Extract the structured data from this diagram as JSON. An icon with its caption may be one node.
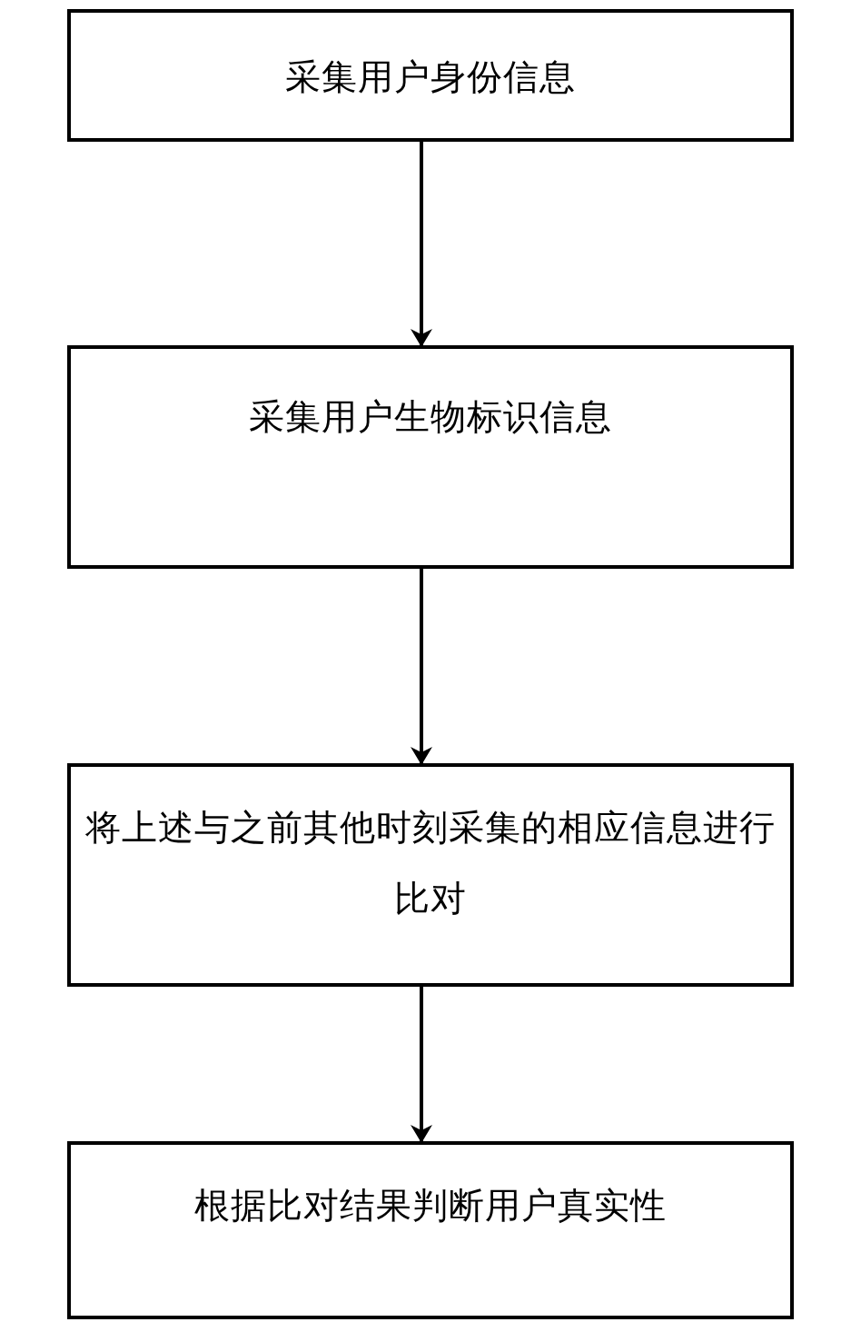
{
  "diagram": {
    "nodes": [
      {
        "text": [
          "采集用户身份信息"
        ]
      },
      {
        "text": [
          "采集用户生物标识信息"
        ]
      },
      {
        "text": [
          "将上述与之前其他时刻采集的相应信息进行比对"
        ]
      },
      {
        "text": [
          "根据比对结果判断用户真实性"
        ]
      }
    ],
    "edges": [
      {
        "from": 0,
        "to": 1,
        "arrow": "to"
      },
      {
        "from": 1,
        "to": 2,
        "arrow": "to"
      },
      {
        "from": 2,
        "to": 3,
        "arrow": "to"
      }
    ]
  }
}
